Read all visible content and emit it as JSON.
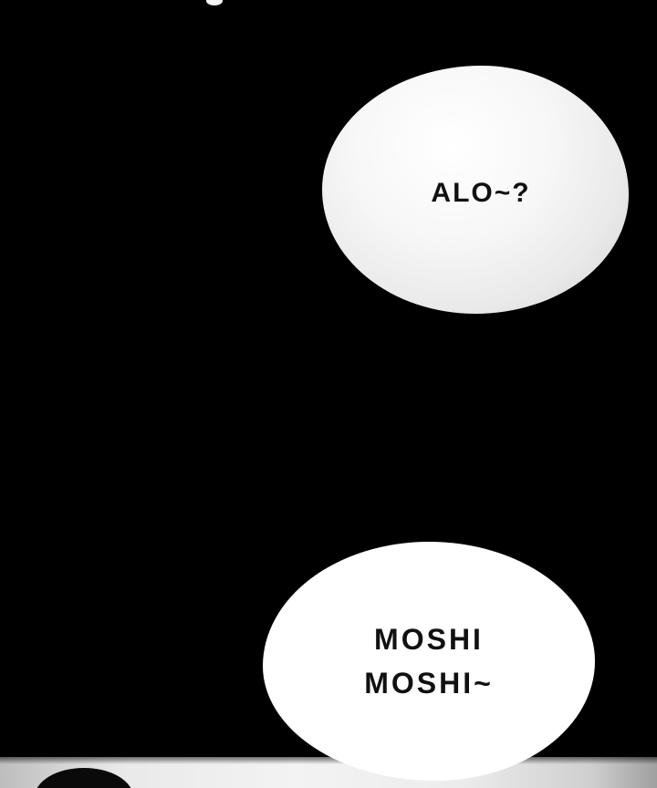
{
  "panel": {
    "bubble1": {
      "text": "ALO~?"
    },
    "bubble2": {
      "line1": "MOSHI",
      "line2": "MOSHI~"
    }
  },
  "colors": {
    "background": "#000000",
    "bubble1_fill_center": "#ffffff",
    "bubble1_fill_edge": "#cfcfcf",
    "bubble2_fill": "#ffffff",
    "text": "#111111",
    "bottom_strip_light": "#f3f3f3",
    "bottom_strip_dark": "#9f9f9f"
  }
}
